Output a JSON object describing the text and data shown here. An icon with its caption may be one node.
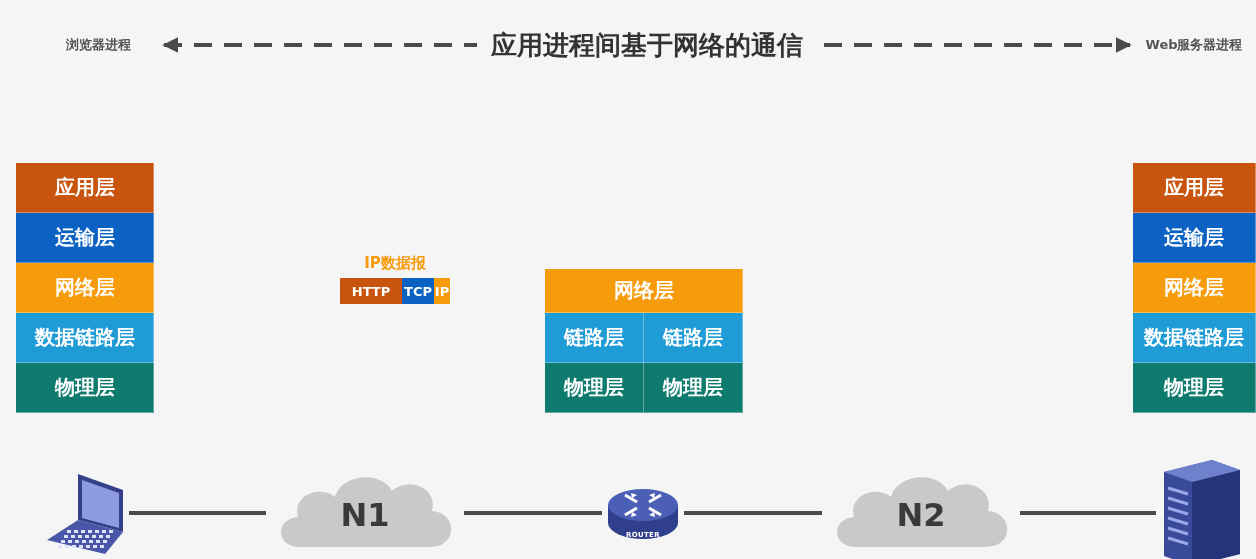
{
  "diagram": {
    "nodes": [
      {
        "text": [
          "浏览器进程"
        ]
      },
      {
        "text": [
          "Web服务器进程"
        ]
      },
      {
        "text": [
          "应用层"
        ]
      },
      {
        "text": [
          "运输层"
        ]
      },
      {
        "text": [
          "网络层"
        ]
      },
      {
        "text": [
          "数据链路层"
        ]
      },
      {
        "text": [
          "物理层"
        ]
      },
      {
        "text": [
          "IP数据报"
        ]
      },
      {
        "text": [
          "HTTP"
        ],
        "in": 7
      },
      {
        "text": [
          "TCP"
        ],
        "in": 7
      },
      {
        "text": [
          "IP"
        ],
        "in": 7
      },
      {
        "text": [
          "网络层"
        ]
      },
      {
        "text": [
          "链路层"
        ]
      },
      {
        "text": [
          "链路层"
        ]
      },
      {
        "text": [
          "物理层"
        ]
      },
      {
        "text": [
          "物理层"
        ]
      },
      {
        "text": [
          "应用层"
        ]
      },
      {
        "text": [
          "运输层"
        ]
      },
      {
        "text": [
          "网络层"
        ]
      },
      {
        "text": [
          "数据链路层"
        ]
      },
      {
        "text": [
          "物理层"
        ]
      },
      {
        "text": [],
        "shape": "laptop"
      },
      {
        "text": [
          "N1"
        ]
      },
      {
        "text": [
          "ROUTER"
        ]
      },
      {
        "text": [
          "N2"
        ]
      },
      {
        "text": [],
        "shape": "server"
      }
    ],
    "edges": [
      {
        "from": 0,
        "to": 1,
        "arrow": "both",
        "style": "dashed",
        "label": "应用进程间基于网络的通信"
      },
      {
        "from": 21,
        "to": 22,
        "arrow": "none"
      },
      {
        "from": 22,
        "to": 23,
        "arrow": "none"
      },
      {
        "from": 23,
        "to": 24,
        "arrow": "none"
      },
      {
        "from": 24,
        "to": 25,
        "arrow": "none"
      }
    ]
  }
}
